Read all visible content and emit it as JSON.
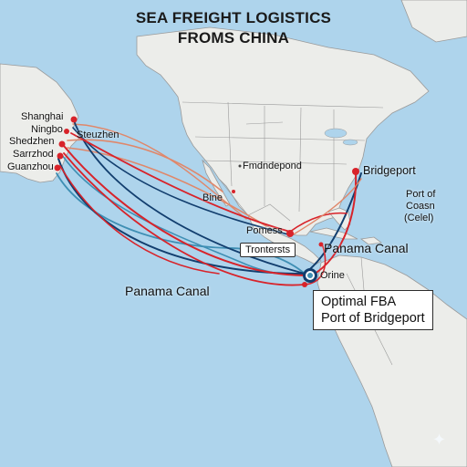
{
  "title": {
    "line1": "SEA FREIGHT LOGISTICS",
    "line2": "FROMS CHINA"
  },
  "colors": {
    "ocean": "#aed4ec",
    "land": "#ecedea",
    "border": "#8c8c8c",
    "route_red": "#d8232a",
    "route_navy": "#123e6e",
    "route_teal": "#3f8fb4",
    "route_orange": "#e0876a"
  },
  "china_ports": [
    "Shanghai",
    "Ningbo",
    "Shedzhen",
    "Sarrzhod",
    "Guanzhou"
  ],
  "labels": {
    "steuzhen": "Steuzhen",
    "fmdndepond": "Fmdndepond",
    "bine": "Bine",
    "bridgeport": "Bridgeport",
    "port_line1": "Port of",
    "port_line2": "Coasn",
    "port_line3": "(Celel)",
    "pomess": "Pomess",
    "panama_right": "Panama Canal",
    "panama_left": "Panama Canal",
    "orine": "Orine"
  },
  "callouts": {
    "trontersts": "Trontersts",
    "fba_line1": "Optimal FBA",
    "fba_line2": "Port of Bridgeport"
  },
  "icons": {
    "hub": "circle-hub-icon",
    "sparkle": "sparkle-icon"
  }
}
